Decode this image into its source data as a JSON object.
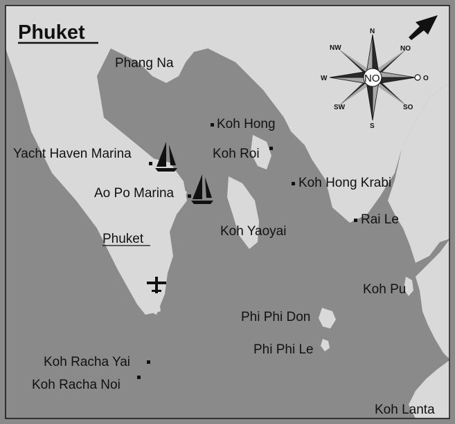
{
  "map": {
    "title": "Phuket",
    "colors": {
      "sea": "#8a8a8a",
      "land": "#d9d9d9",
      "ink": "#111111",
      "compass_dark": "#2a2a2a",
      "compass_light": "#a8a8a8"
    },
    "places": {
      "phang_na": "Phang Na",
      "koh_hong": "Koh Hong",
      "yacht_haven_marina": "Yacht Haven Marina",
      "koh_roi": "Koh Roi",
      "ao_po_marina": "Ao Po Marina",
      "koh_hong_krabi": "Koh Hong Krabi",
      "rai_le": "Rai Le",
      "koh_yaoyai": "Koh Yaoyai",
      "phuket": "Phuket",
      "koh_pu": "Koh Pu",
      "phi_phi_don": "Phi Phi Don",
      "phi_phi_le": "Phi Phi Le",
      "koh_racha_yai": "Koh Racha Yai",
      "koh_racha_noi": "Koh Racha Noi",
      "koh_lanta": "Koh Lanta"
    },
    "compass": {
      "n": "N",
      "nw": "NW",
      "no": "NO",
      "w": "W",
      "center": "NO",
      "o": "O",
      "sw": "SW",
      "so": "SO",
      "s": "S"
    },
    "icons": {
      "airport": "airplane-icon",
      "marina": "sailboat-icon",
      "direction": "arrow-icon"
    }
  }
}
